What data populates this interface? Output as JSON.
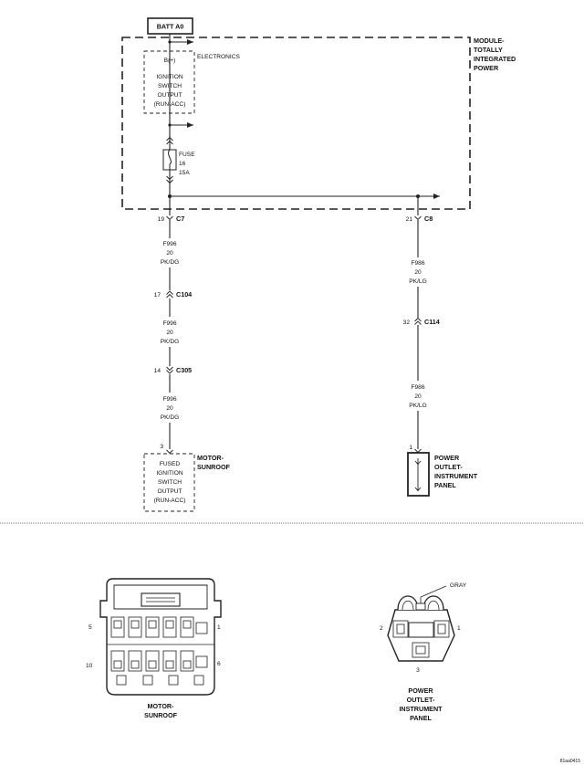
{
  "source": {
    "label": "BATT A0"
  },
  "module": {
    "name": [
      "MODULE-",
      "TOTALLY",
      "INTEGRATED",
      "POWER"
    ]
  },
  "electronics": {
    "label": "ELECTRONICS",
    "lines": [
      "B(+)",
      "",
      "IGNITION",
      "SWITCH",
      "OUTPUT",
      "(RUN-ACC)"
    ]
  },
  "fuse": {
    "lines": [
      "FUSE",
      "16",
      "15A"
    ]
  },
  "left_circuit": {
    "module_connector": {
      "pin": "19",
      "name": "C7"
    },
    "segments": [
      {
        "circuit": "F996",
        "gauge": "20",
        "color": "PK/DG"
      },
      {
        "circuit": "F996",
        "gauge": "20",
        "color": "PK/DG"
      },
      {
        "circuit": "F996",
        "gauge": "20",
        "color": "PK/DG"
      }
    ],
    "inline_connectors": [
      {
        "pin": "17",
        "name": "C104"
      },
      {
        "pin": "14",
        "name": "C305"
      }
    ],
    "load_pin": "3",
    "load_lines": [
      "FUSED",
      "IGNITION",
      "SWITCH",
      "OUTPUT",
      "(RUN-ACC)"
    ],
    "load_name": [
      "MOTOR-",
      "SUNROOF"
    ]
  },
  "right_circuit": {
    "module_connector": {
      "pin": "21",
      "name": "C8"
    },
    "segments": [
      {
        "circuit": "F986",
        "gauge": "20",
        "color": "PK/LG"
      },
      {
        "circuit": "F986",
        "gauge": "20",
        "color": "PK/LG"
      }
    ],
    "inline_connectors": [
      {
        "pin": "32",
        "name": "C114"
      }
    ],
    "load_pin": "1",
    "load_name": [
      "POWER",
      "OUTLET-",
      "INSTRUMENT",
      "PANEL"
    ]
  },
  "connector_views": {
    "sunroof": {
      "pins": {
        "top_left": "5",
        "top_right": "1",
        "bottom_left": "10",
        "bottom_right": "6"
      },
      "caption": [
        "MOTOR-",
        "SUNROOF"
      ]
    },
    "outlet": {
      "color_label": "GRAY",
      "pins": {
        "left": "2",
        "right": "1",
        "bottom": "3"
      },
      "caption": [
        "POWER",
        "OUTLET-",
        "INSTRUMENT",
        "PANEL"
      ]
    }
  },
  "figure_code": "81aa0415"
}
